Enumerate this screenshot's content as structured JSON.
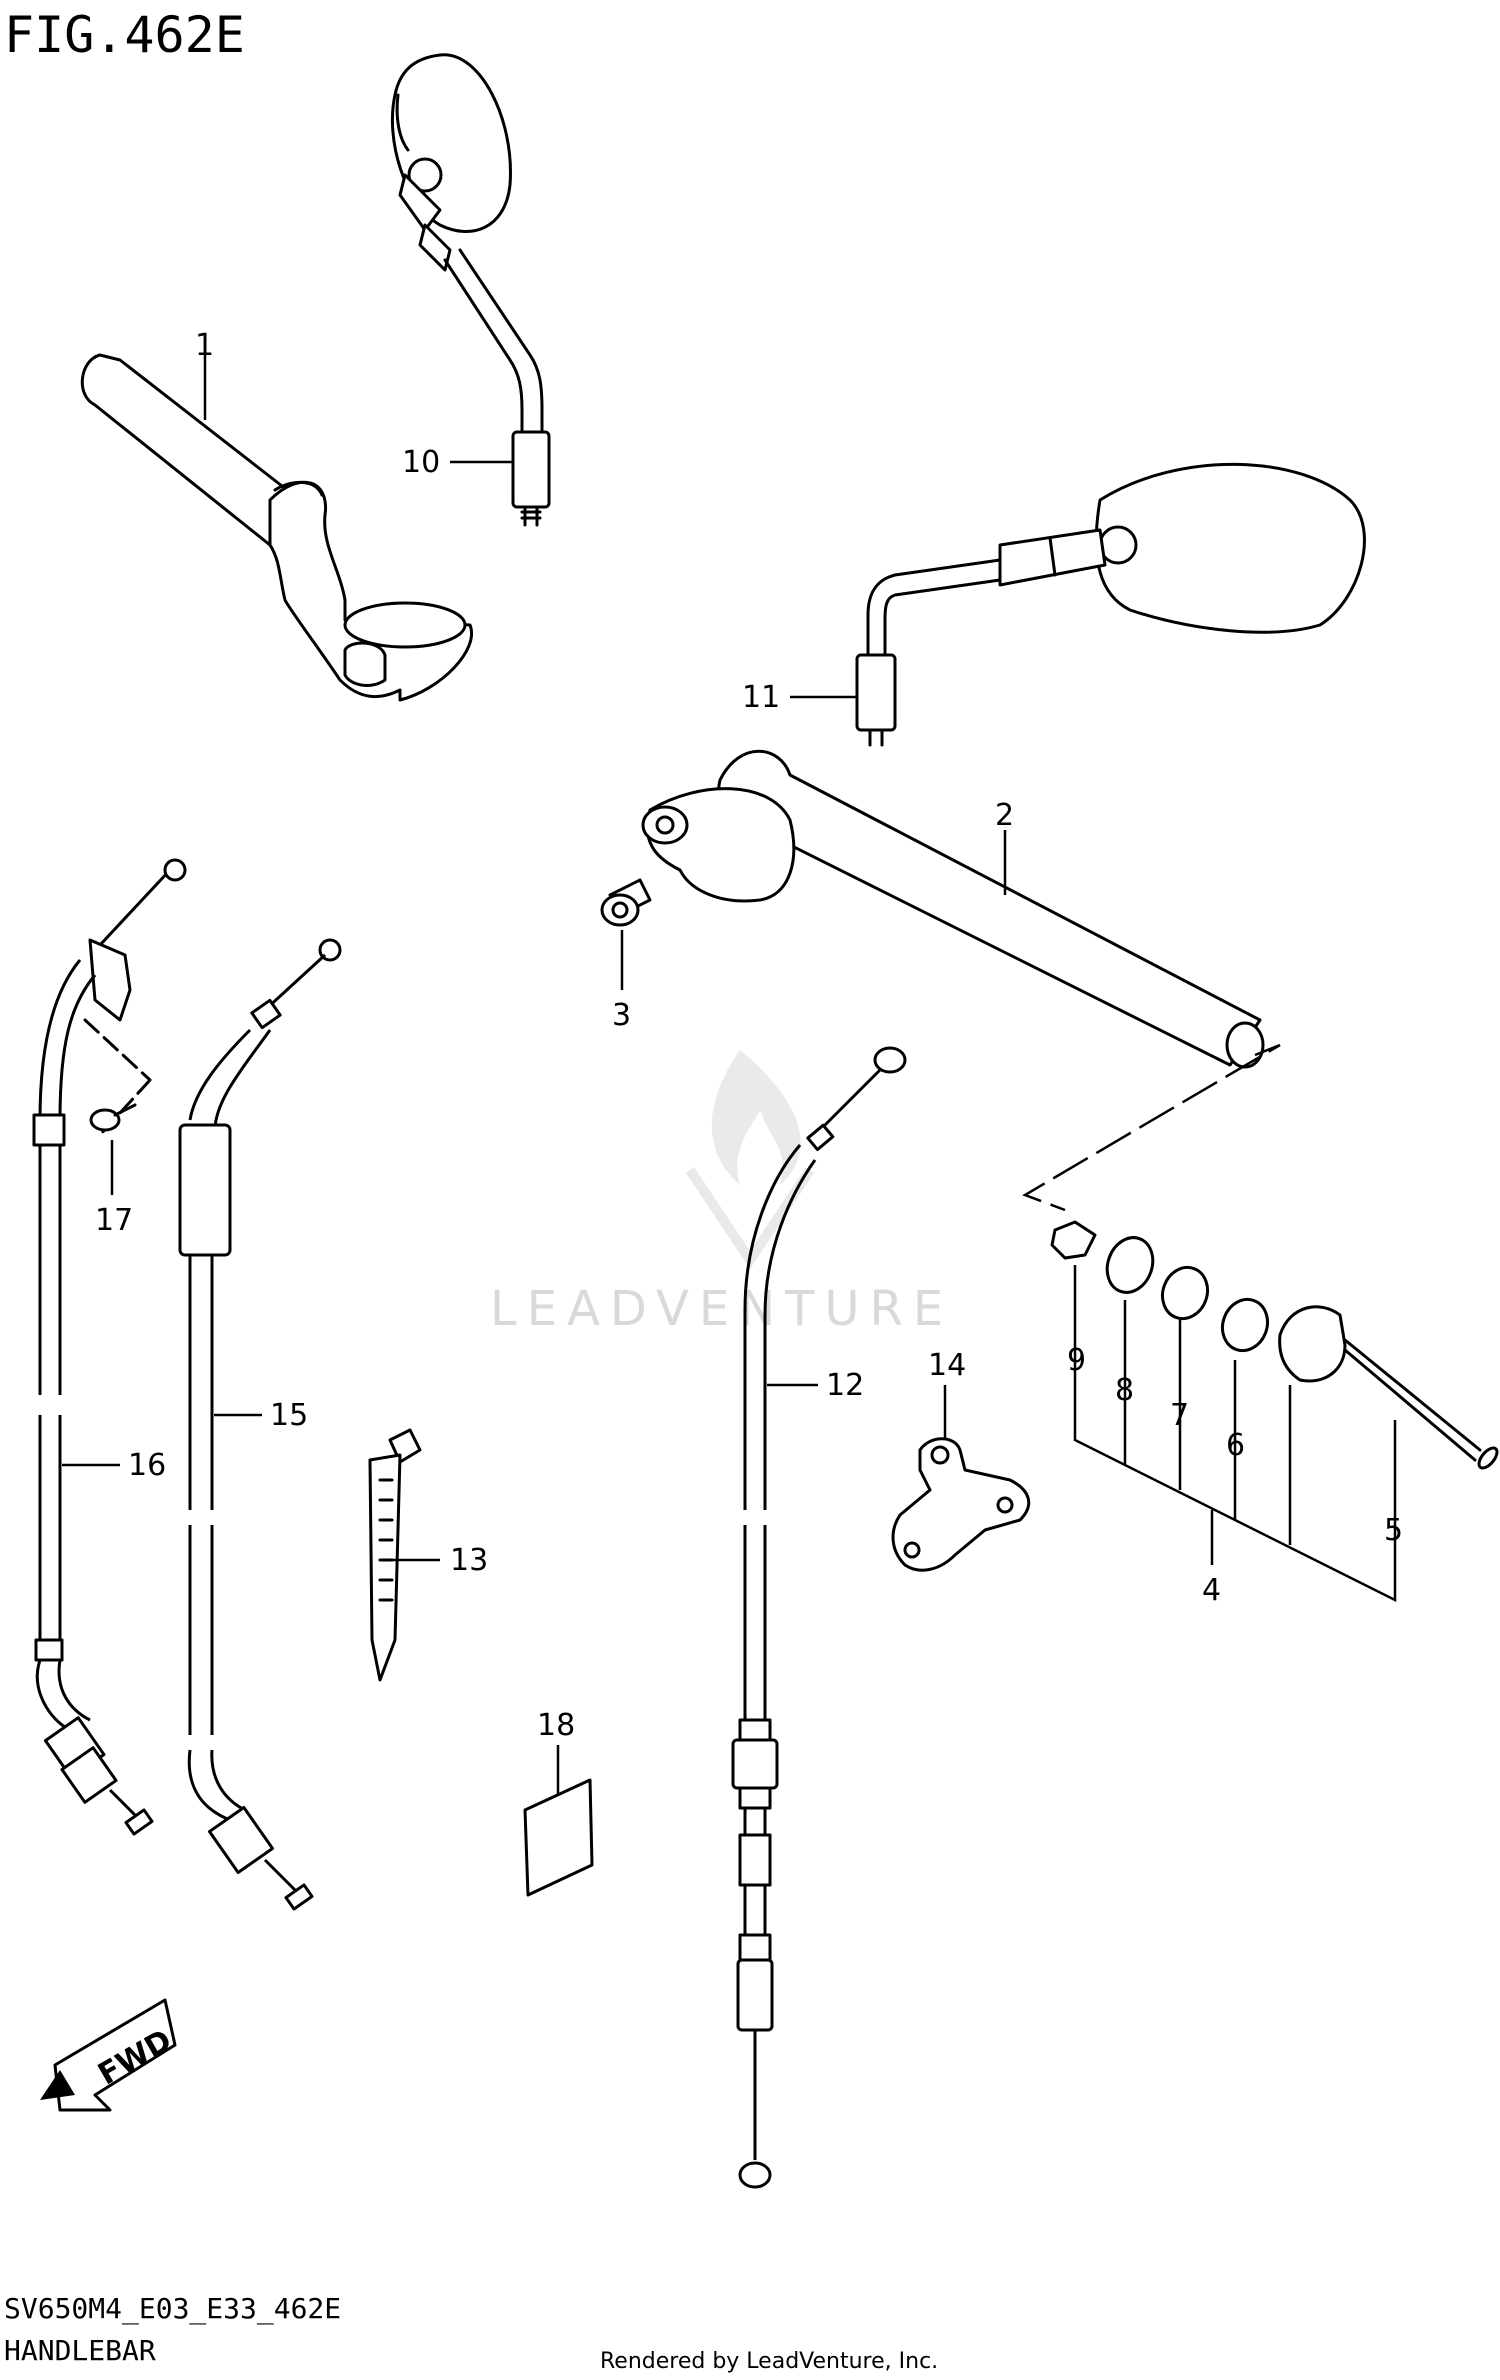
{
  "figure_title": "FIG.462E",
  "model_code": "SV650M4_E03_E33_462E",
  "section_name": "HANDLEBAR",
  "rendered_by": "Rendered by LeadVenture, Inc.",
  "watermark": "LEADVENTURE",
  "fwd_label": "FWD",
  "callouts": [
    "1",
    "2",
    "3",
    "4",
    "5",
    "6",
    "7",
    "8",
    "9",
    "10",
    "11",
    "12",
    "13",
    "14",
    "15",
    "16",
    "17",
    "18"
  ],
  "colors": {
    "line": "#000000",
    "background": "#ffffff",
    "watermark": "#d9d9d9"
  }
}
